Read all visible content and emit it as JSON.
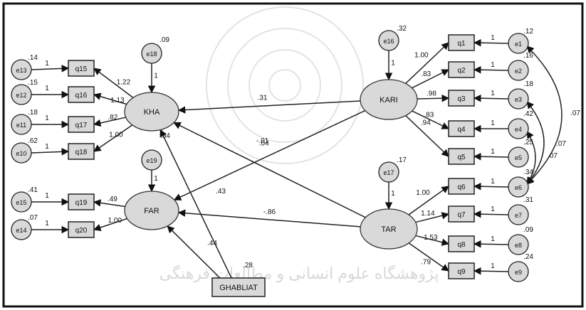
{
  "diagram": {
    "watermark_text": "پژوهشگاه علوم انسانی و مطالعات فرهنگی",
    "latent": [
      {
        "id": "KHA",
        "label": "KHA"
      },
      {
        "id": "FAR",
        "label": "FAR"
      },
      {
        "id": "KARI",
        "label": "KARI"
      },
      {
        "id": "TAR",
        "label": "TAR"
      }
    ],
    "observed": [
      {
        "id": "q15",
        "label": "q15"
      },
      {
        "id": "q16",
        "label": "q16"
      },
      {
        "id": "q17",
        "label": "q17"
      },
      {
        "id": "q18",
        "label": "q18"
      },
      {
        "id": "q19",
        "label": "q19"
      },
      {
        "id": "q20",
        "label": "q20"
      },
      {
        "id": "q1",
        "label": "q1"
      },
      {
        "id": "q2",
        "label": "q2"
      },
      {
        "id": "q3",
        "label": "q3"
      },
      {
        "id": "q4",
        "label": "q4"
      },
      {
        "id": "q5",
        "label": "q5"
      },
      {
        "id": "q6",
        "label": "q6"
      },
      {
        "id": "q7",
        "label": "q7"
      },
      {
        "id": "q8",
        "label": "q8"
      },
      {
        "id": "q9",
        "label": "q9"
      },
      {
        "id": "GHABLIAT",
        "label": "GHABLIAT"
      }
    ],
    "errors": [
      {
        "id": "e13",
        "label": "e13",
        "variance": ".14"
      },
      {
        "id": "e12",
        "label": "e12",
        "variance": ".15"
      },
      {
        "id": "e11",
        "label": "e11",
        "variance": ".18"
      },
      {
        "id": "e10",
        "label": "e10",
        "variance": ".62"
      },
      {
        "id": "e15",
        "label": "e15",
        "variance": ".41"
      },
      {
        "id": "e14",
        "label": "e14",
        "variance": ".07"
      },
      {
        "id": "e18",
        "label": "e18",
        "variance": ".09"
      },
      {
        "id": "e19",
        "label": "e19",
        "variance": ""
      },
      {
        "id": "e16",
        "label": "e16",
        "variance": ".32"
      },
      {
        "id": "e17",
        "label": "e17",
        "variance": ".17"
      },
      {
        "id": "e1",
        "label": "e1",
        "variance": ".12"
      },
      {
        "id": "e2",
        "label": "e2",
        "variance": ".16"
      },
      {
        "id": "e3",
        "label": "e3",
        "variance": ".18"
      },
      {
        "id": "e4",
        "label": "e4",
        "variance": ".42"
      },
      {
        "id": "e5",
        "label": "e5",
        "variance": ".25"
      },
      {
        "id": "e6",
        "label": "e6",
        "variance": ".34"
      },
      {
        "id": "e7",
        "label": "e7",
        "variance": ".31"
      },
      {
        "id": "e8",
        "label": "e8",
        "variance": ".09"
      },
      {
        "id": "e9",
        "label": "e9",
        "variance": ".24"
      }
    ],
    "error_path_one": "1",
    "loadings": {
      "KHA_q15": "1.22",
      "KHA_q16": "1.13",
      "KHA_q17": ".82",
      "KHA_q18": "1.00",
      "FAR_q19": ".49",
      "FAR_q20": "1.00",
      "KARI_q1": "1.00",
      "KARI_q2": ".83",
      "KARI_q3": ".98",
      "KARI_q4": ".83",
      "KARI_q5": ".94",
      "TAR_q6": "1.00",
      "TAR_q7": "1.14",
      "TAR_q8": "1.53",
      "TAR_q9": ".79"
    },
    "structural": {
      "KARI_KHA": ".31",
      "KARI_FAR": ".04",
      "TAR_KHA": "-.01",
      "TAR_FAR": "-.86",
      "GHABLIAT_KHA": ".43",
      "GHABLIAT_FAR": ".44",
      "GHABLIAT_label_top": ".28",
      "KHA_top": ".54"
    },
    "covariances": {
      "e1_e6": ".07",
      "e3_e6": ".07",
      "e4_e6": ".07"
    }
  }
}
